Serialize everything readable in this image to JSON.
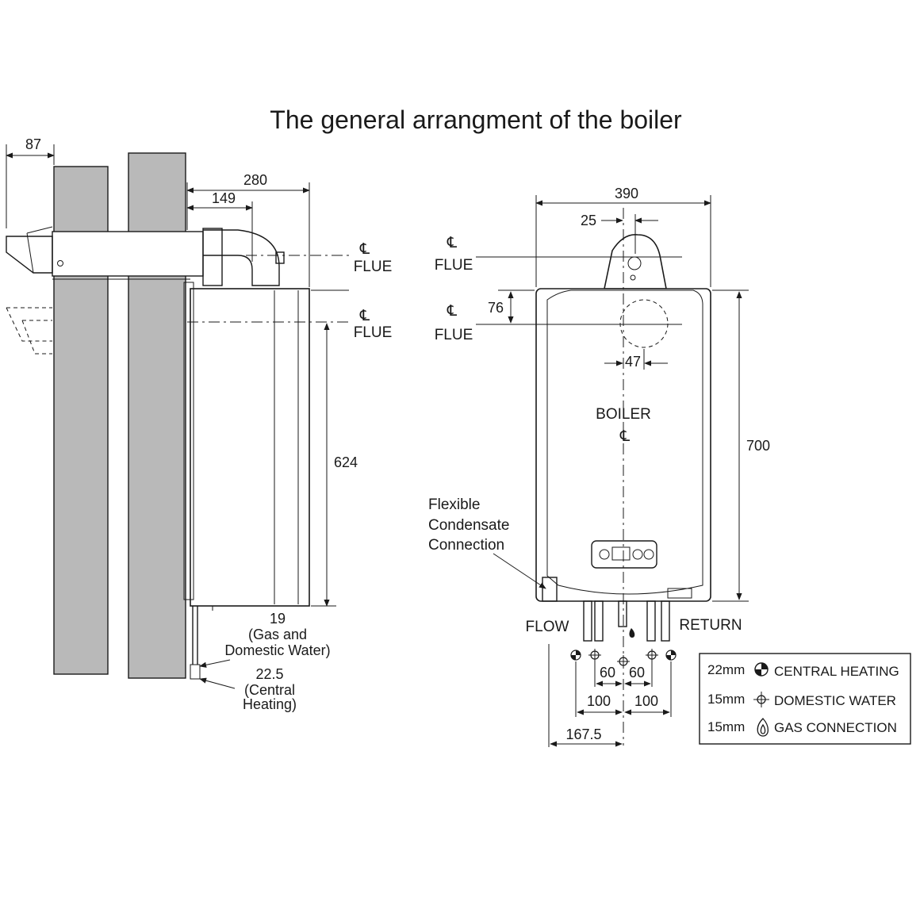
{
  "title": "The general arrangment of the boiler",
  "side_view": {
    "dim_wall_projection": "87",
    "dim_flue_total": "280",
    "dim_flue_centre": "149",
    "dim_height": "624",
    "dim_gas_dw": "19",
    "dim_gas_dw_note_1": "(Gas and",
    "dim_gas_dw_note_2": "Domestic Water)",
    "dim_ch": "22.5",
    "dim_ch_note_1": "(Central",
    "dim_ch_note_2": "Heating)",
    "flue_top_label": "FLUE",
    "flue_rear_label": "FLUE",
    "cl_symbol": "℄"
  },
  "front_view": {
    "dim_width": "390",
    "dim_flue_offset": "25",
    "dim_flue_drop": "76",
    "dim_flue_offset_rear": "47",
    "dim_height": "700",
    "flue_top_label": "FLUE",
    "flue_rear_label": "FLUE",
    "boiler_label": "BOILER",
    "cl_symbol": "℄",
    "condensate_label_1": "Flexible",
    "condensate_label_2": "Condensate",
    "condensate_label_3": "Connection",
    "flow_label": "FLOW",
    "return_label": "RETURN",
    "dim_pipe_60_left": "60",
    "dim_pipe_60_right": "60",
    "dim_pipe_100_left": "100",
    "dim_pipe_100_right": "100",
    "dim_pipe_167": "167.5"
  },
  "legend": {
    "rows": [
      {
        "size": "22mm",
        "icon": "central-heating-icon",
        "label": "CENTRAL HEATING"
      },
      {
        "size": "15mm",
        "icon": "domestic-water-icon",
        "label": "DOMESTIC WATER"
      },
      {
        "size": "15mm",
        "icon": "gas-flame-icon",
        "label": "GAS CONNECTION"
      }
    ]
  }
}
